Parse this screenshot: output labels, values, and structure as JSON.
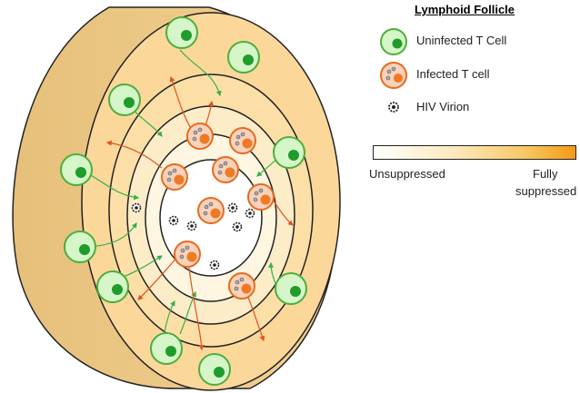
{
  "legend": {
    "title": "Lymphoid Follicle",
    "items": [
      {
        "label": "Uninfected T Cell",
        "icon": "uninfected-t-cell-icon"
      },
      {
        "label": "Infected T cell",
        "icon": "infected-t-cell-icon"
      },
      {
        "label": "HIV Virion",
        "icon": "hiv-virion-icon"
      }
    ]
  },
  "scale": {
    "low_label": "Unsuppressed",
    "high_label_line1": "Fully",
    "high_label_line2": "suppressed"
  },
  "colors": {
    "outer_rim": "#e8c67e",
    "zone_outer": "#fbd79a",
    "zone_middle": "#fde6b8",
    "zone_inner": "#fff5dc",
    "core": "#ffffff",
    "uninfected_fill": "#d6f5c8",
    "uninfected_border": "#4cae3c",
    "uninfected_nucleus": "#1f9c2b",
    "infected_fill": "#f9d2bb",
    "infected_border": "#e86a1d",
    "infected_nucleus": "#ee7a26",
    "arrow_green": "#37b04a",
    "arrow_red": "#e0541e"
  }
}
